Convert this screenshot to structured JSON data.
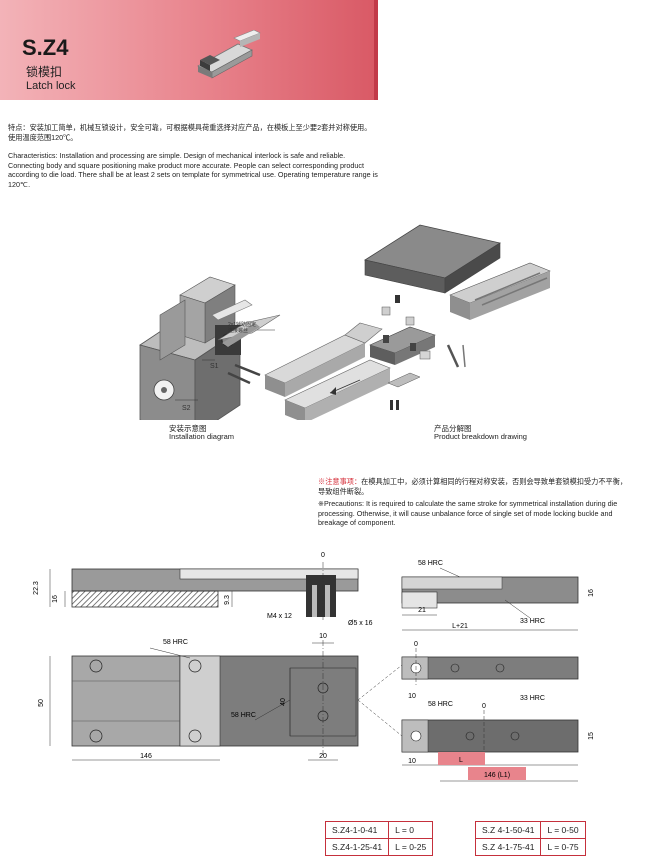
{
  "header": {
    "code": "S.Z4",
    "title_cn": "锁模扣",
    "title_en": "Latch lock"
  },
  "features_cn": "特点：安装加工简单，机械互锁设计，安全可靠，可根据模具荷重选择对应产品，在模板上至少要2套并对称使用。使用温度范围120℃。",
  "features_en": "Characteristics: Installation and processing are simple. Design of mechanical interlock is safe and reliable. Connecting body and square positioning make product more accurate. People can select corresponding product according to die load. There shall be at least 2 sets on template for symmetrical use. Operating temperature range is 120℃.",
  "illustration": {
    "callout_note": "2x1辅助固定\n连接螺丝",
    "s1": "S1",
    "s2": "S2",
    "install_cn": "安装示意图",
    "install_en": "Installation diagram",
    "breakdown_cn": "产品分解图",
    "breakdown_en": "Product breakdown drawing"
  },
  "precaution": {
    "cn_label": "※注意事项：",
    "cn_text": "在模具加工中，必须计算相同的行程对称安装，否则会导致单套锁模扣受力不平衡，导致组件断裂。",
    "en_text": "※Precautions: It is required to calculate the same stroke for symmetrical installation during die processing. Otherwise, it will cause unbalance force of single set of mode locking buckle and breakage of component."
  },
  "drawing": {
    "zero": "0",
    "dim_22_3": "22.3",
    "dim_16": "16",
    "dim_9_3": "9.3",
    "m4": "M4 x 12",
    "d5": "Ø5 x 16",
    "hrc58": "58 HRC",
    "hrc33": "33 HRC",
    "dim_10": "10",
    "dim_50": "50",
    "dim_40": "40",
    "dim_146": "146",
    "dim_20": "20",
    "dim_21": "21",
    "dim_l21": "L+21",
    "dim_15": "15",
    "l": "L",
    "l146": "146 (L1)"
  },
  "codes": {
    "left": [
      {
        "code": "S.Z4-1-0-41",
        "l": "L = 0"
      },
      {
        "code": "S.Z4-1-25-41",
        "l": "L = 0-25"
      }
    ],
    "right": [
      {
        "code": "S.Z 4-1-50-41",
        "l": "L = 0-50"
      },
      {
        "code": "S.Z 4-1-75-41",
        "l": "L = 0-75"
      }
    ]
  },
  "colors": {
    "accent": "#d42a35",
    "header_pink": "#e8838c",
    "metal_dark": "#5a5a5a",
    "metal_light": "#bfbfbf"
  }
}
